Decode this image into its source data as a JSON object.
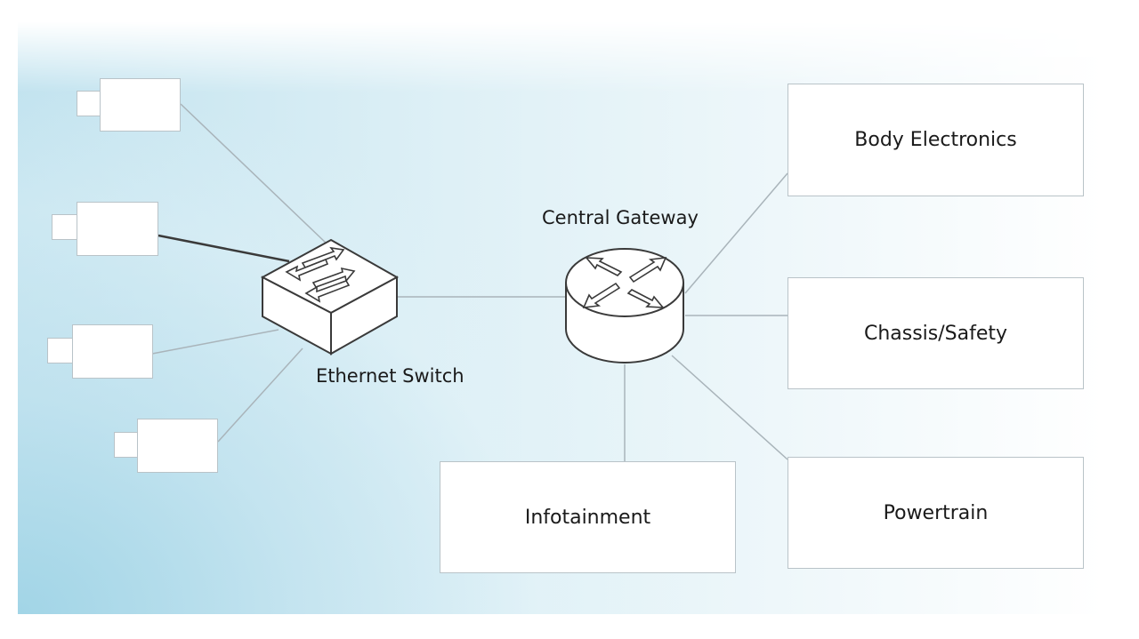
{
  "diagram": {
    "central_gateway_label": "Central Gateway",
    "ethernet_switch_label": "Ethernet Switch",
    "domains": {
      "body_electronics": "Body Electronics",
      "chassis_safety": "Chassis/Safety",
      "powertrain": "Powertrain",
      "infotainment": "Infotainment"
    },
    "colors": {
      "connector_line": "#a9b4ba",
      "box_border": "#b9c3c8",
      "background_accent": "#c2e3ef"
    }
  }
}
